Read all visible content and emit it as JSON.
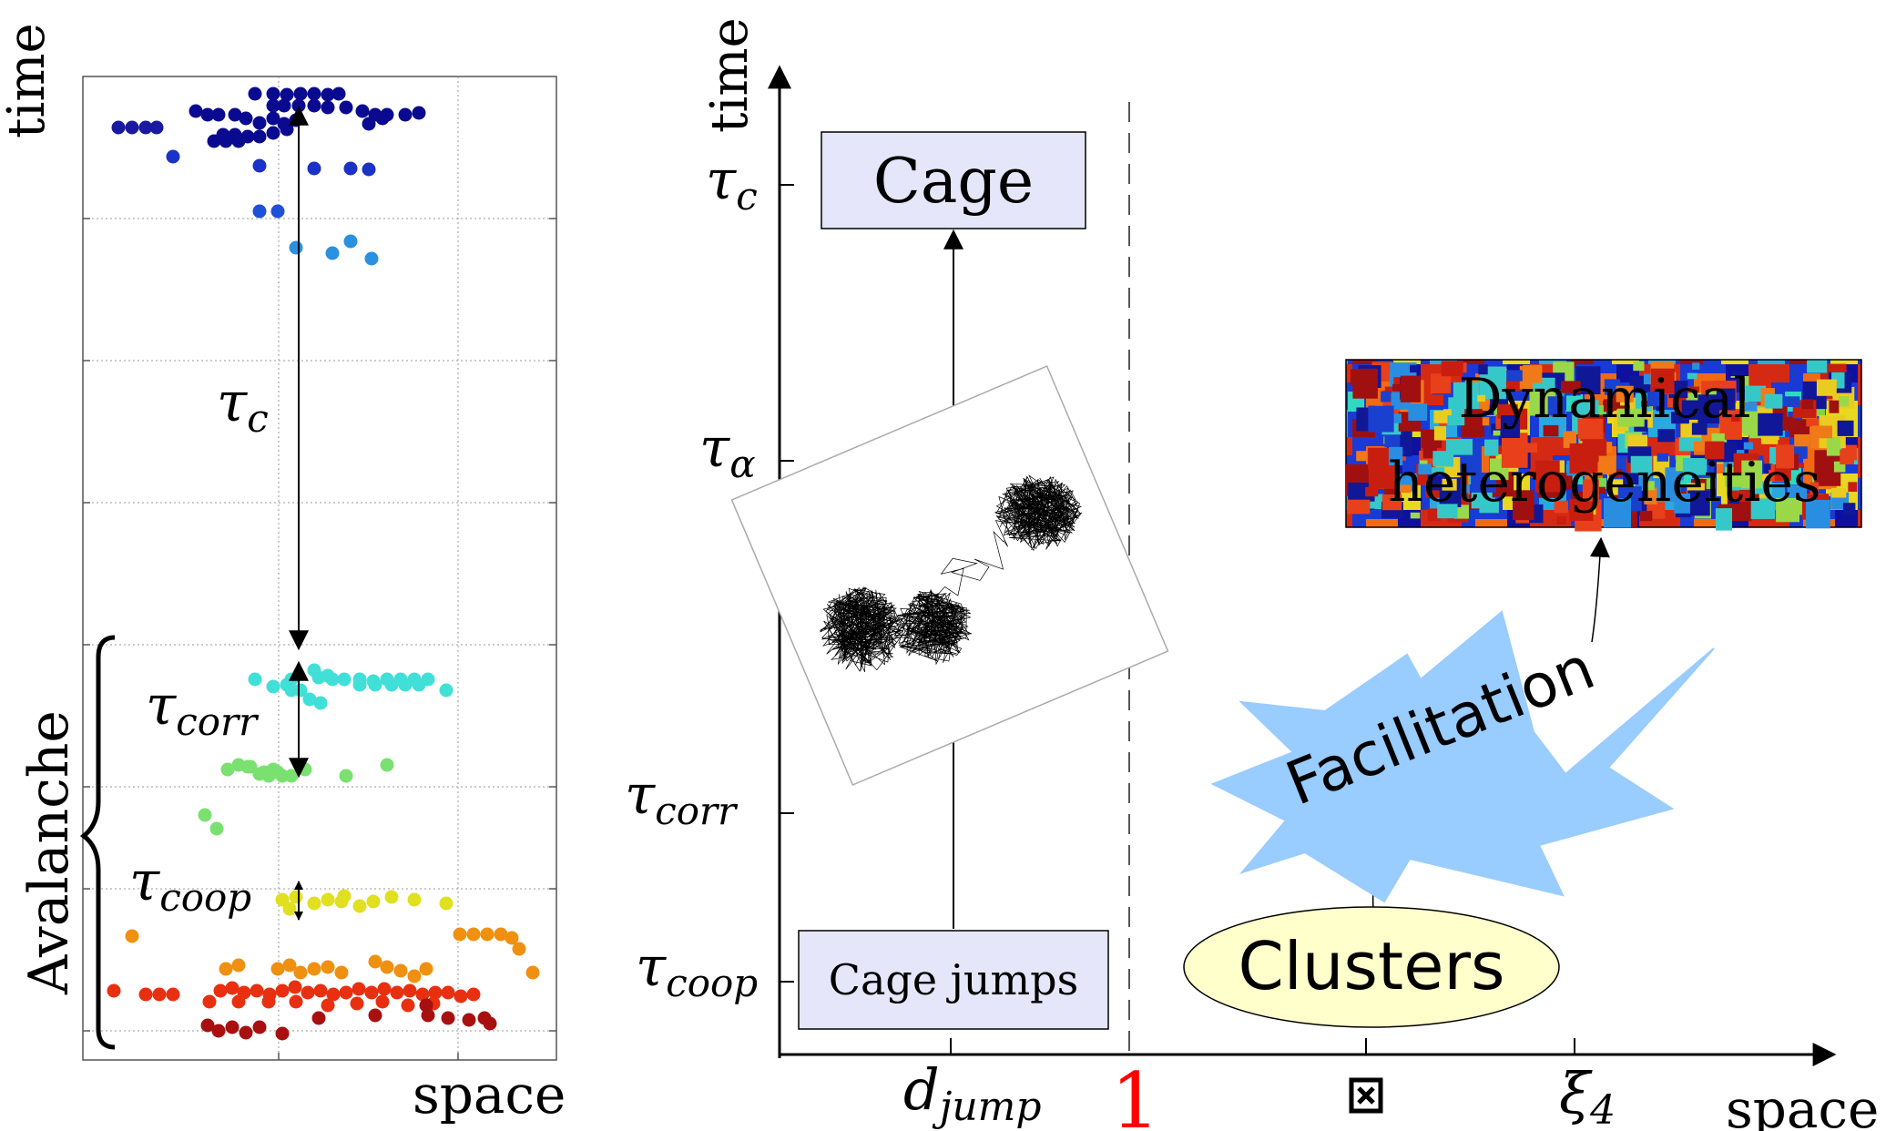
{
  "left_panel": {
    "y_axis_label": "time",
    "x_axis_label": "space",
    "bracket_label": "Avalanche",
    "labels": {
      "tau_c": {
        "sym": "τ",
        "sub": "c"
      },
      "tau_corr": {
        "sym": "τ",
        "sub": "corr"
      },
      "tau_coop": {
        "sym": "τ",
        "sub": "coop"
      }
    }
  },
  "right_panel": {
    "y_axis_label": "time",
    "x_axis_label": "space",
    "y_ticks": [
      {
        "sym": "τ",
        "sub": "c"
      },
      {
        "sym": "τ",
        "sub": "α"
      },
      {
        "sym": "τ",
        "sub": "corr"
      },
      {
        "sym": "τ",
        "sub": "coop"
      }
    ],
    "x_ticks": [
      {
        "sym": "d",
        "sub": "jump"
      },
      {
        "text": "1"
      },
      {
        "icon": "x-box-icon"
      },
      {
        "sym": "ξ",
        "sub": "4"
      }
    ],
    "boxes": {
      "cage": "Cage",
      "cage_jumps": "Cage jumps",
      "clusters": "Clusters",
      "facilitation": "Facilitation",
      "dyn_het_line1": "Dynamical",
      "dyn_het_line2": "heterogeneities"
    }
  },
  "colors": {
    "one_tick": "#ff0000",
    "box_fill": "#e6e6fa",
    "clusters_fill": "#ffffcc",
    "facilitation_fill": "#99ccff"
  }
}
